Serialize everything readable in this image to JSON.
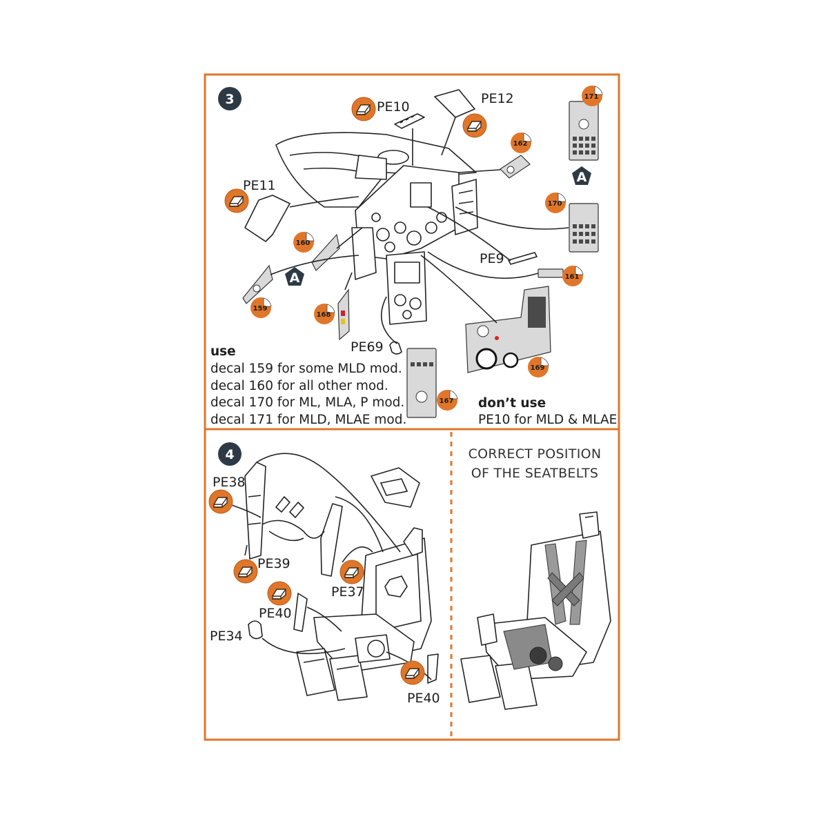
{
  "colors": {
    "frame": "#e0762a",
    "badge": "#e0762a",
    "step_bg": "#2d3a45",
    "pent": "#2d3a45"
  },
  "step3": {
    "number": "3",
    "labels": {
      "pe10": "PE10",
      "pe12": "PE12",
      "pe11": "PE11",
      "pe9": "PE9",
      "pe69": "PE69"
    },
    "decals": {
      "d171": "171",
      "d162": "162",
      "d170": "170",
      "d160": "160",
      "d161": "161",
      "d159": "159",
      "d168": "168",
      "d167": "167",
      "d169": "169"
    },
    "pent_a": "A",
    "use_title": "use",
    "use_lines": [
      "decal 159  for some MLD mod.",
      "decal 160 for all other mod.",
      "decal 170 for ML, MLA, P mod.",
      "decal 171 for MLD, MLAE mod."
    ],
    "dont_title": "don’t use",
    "dont_line": "PE10  for MLD & MLAE"
  },
  "step4": {
    "number": "4",
    "labels": {
      "pe38": "PE38",
      "pe39": "PE39",
      "pe37": "PE37",
      "pe40a": "PE40",
      "pe34": "PE34",
      "pe40b": "PE40"
    },
    "caption_line1": "CORRECT POSITION",
    "caption_line2": "OF THE SEATBELTS"
  }
}
